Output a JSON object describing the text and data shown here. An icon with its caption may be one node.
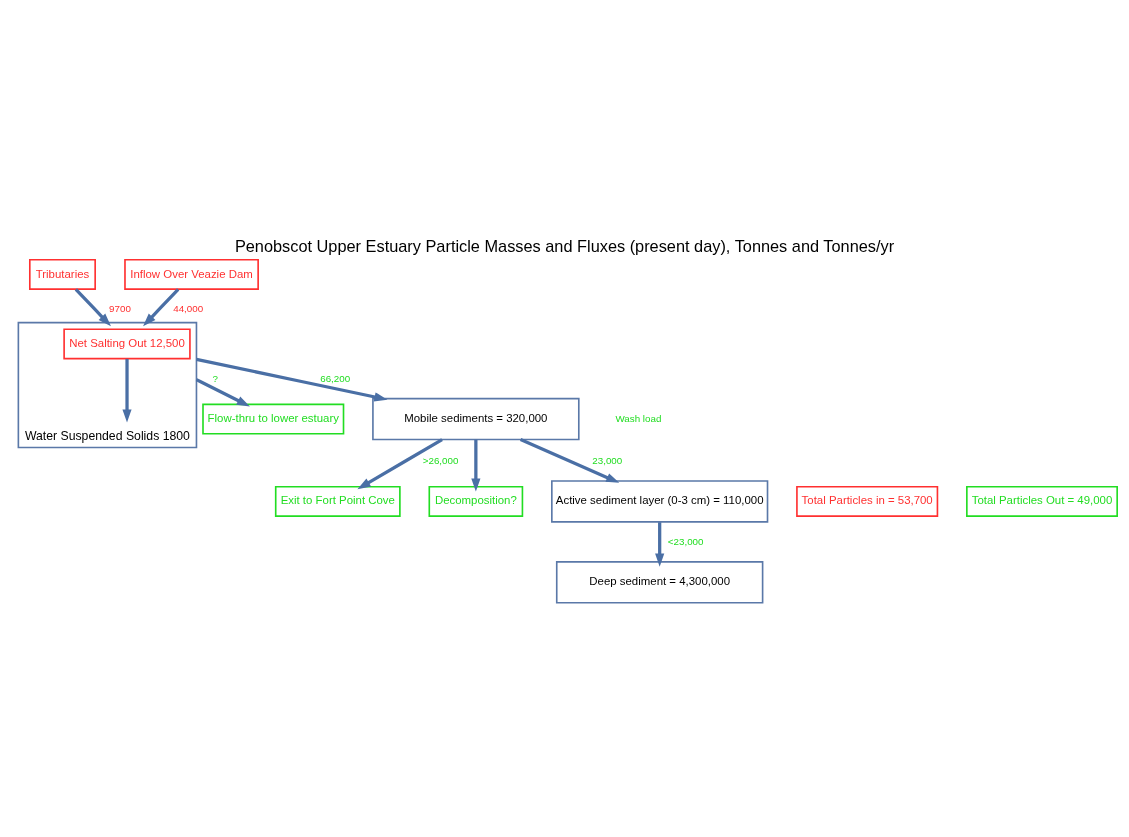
{
  "diagram": {
    "title": "Penobscot Upper Estuary Particle Masses and Fluxes (present day), Tonnes and Tonnes/yr",
    "nodes": [
      {
        "text": [
          "Tributaries"
        ]
      },
      {
        "text": [
          "Inflow Over Veazie Dam"
        ]
      },
      {
        "text": [
          "Water Suspended Solids 1800"
        ]
      },
      {
        "text": [
          "Net Salting Out 12,500"
        ],
        "in": 2
      },
      {
        "text": [
          "Flow-thru to lower estuary"
        ]
      },
      {
        "text": [
          "Mobile sediments = 320,000"
        ]
      },
      {
        "text": [
          "Exit to Fort Point Cove"
        ]
      },
      {
        "text": [
          "Decomposition?"
        ]
      },
      {
        "text": [
          "Total Particles in = 53,700"
        ]
      },
      {
        "text": [
          "Active sediment layer (0-3 cm) = 110,000"
        ]
      },
      {
        "text": [
          "Total Particles Out = 49,000"
        ]
      },
      {
        "text": [
          "Deep sediment = 4,300,000"
        ]
      }
    ],
    "edges": [
      {
        "from": 0,
        "to": 2,
        "arrow": "to",
        "label": "9700"
      },
      {
        "from": 1,
        "to": 2,
        "arrow": "to",
        "label": "44,000"
      },
      {
        "from": 3,
        "to": null,
        "arrow": "to"
      },
      {
        "from": 2,
        "to": 4,
        "arrow": "to",
        "label": "?"
      },
      {
        "from": 2,
        "to": 5,
        "arrow": "to",
        "label": "66,200"
      },
      {
        "from": 5,
        "to": 6,
        "arrow": "to",
        "label": ">26,000"
      },
      {
        "from": 5,
        "to": 7,
        "arrow": "to"
      },
      {
        "from": 5,
        "to": 9,
        "arrow": "to",
        "label": "23,000"
      },
      {
        "from": 9,
        "to": 11,
        "arrow": "to",
        "label": "<23,000"
      }
    ],
    "labels": [
      "Wash load"
    ]
  }
}
